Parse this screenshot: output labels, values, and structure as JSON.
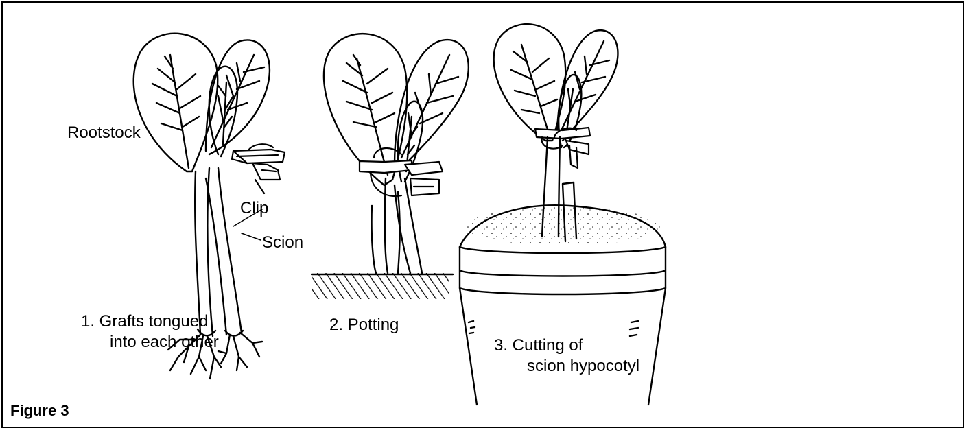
{
  "figure": {
    "caption": "Figure 3"
  },
  "panels": [
    {
      "step": "1. Grafts tongued",
      "step_line2": "into each other"
    },
    {
      "step": "2. Potting"
    },
    {
      "step": "3. Cutting of",
      "step_line2": "scion hypocotyl"
    }
  ],
  "callouts": {
    "rootstock": "Rootstock",
    "clip": "Clip",
    "scion": "Scion"
  }
}
